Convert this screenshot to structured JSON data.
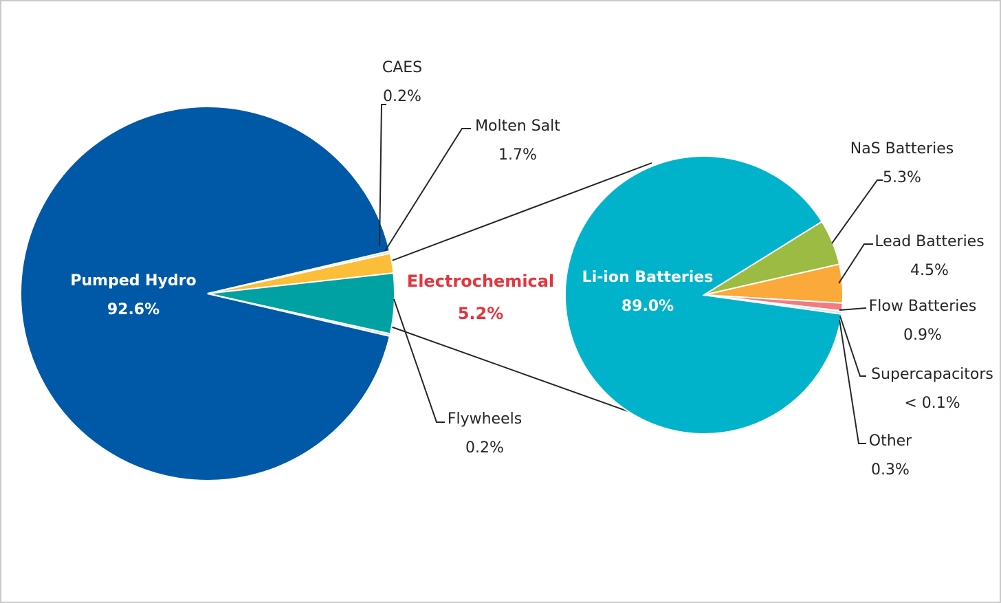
{
  "chart_data": [
    {
      "type": "pie",
      "slices": [
        {
          "label": "Pumped Hydro",
          "value_text": "92.6%",
          "value": 92.6,
          "color": "#0059a6"
        },
        {
          "label": "CAES",
          "value_text": "0.2%",
          "value": 0.2,
          "color": "#dcdcdc"
        },
        {
          "label": "Molten Salt",
          "value_text": "1.7%",
          "value": 1.7,
          "color": "#fcbd39"
        },
        {
          "label": "Electrochemical",
          "value_text": "5.2%",
          "value": 5.2,
          "color": "#00a1a2",
          "label_color": "#e2363f"
        },
        {
          "label": "Flywheels",
          "value_text": "0.2%",
          "value": 0.2,
          "color": "#dcdcdc"
        }
      ]
    },
    {
      "type": "pie",
      "slices": [
        {
          "label": "Li-ion Batteries",
          "value_text": "89.0%",
          "value": 89.0,
          "color": "#00b3cb"
        },
        {
          "label": "NaS Batteries",
          "value_text": "5.3%",
          "value": 5.3,
          "color": "#9cbb42"
        },
        {
          "label": "Lead Batteries",
          "value_text": "4.5%",
          "value": 4.5,
          "color": "#fba93a"
        },
        {
          "label": "Flow Batteries",
          "value_text": "0.9%",
          "value": 0.9,
          "color": "#f27a80"
        },
        {
          "label": "Supercapacitors",
          "value_text": "< 0.1%",
          "value": 0.05,
          "color": "#dcdcdc"
        },
        {
          "label": "Other",
          "value_text": "0.3%",
          "value": 0.3,
          "color": "#dcdcdc"
        }
      ]
    }
  ]
}
